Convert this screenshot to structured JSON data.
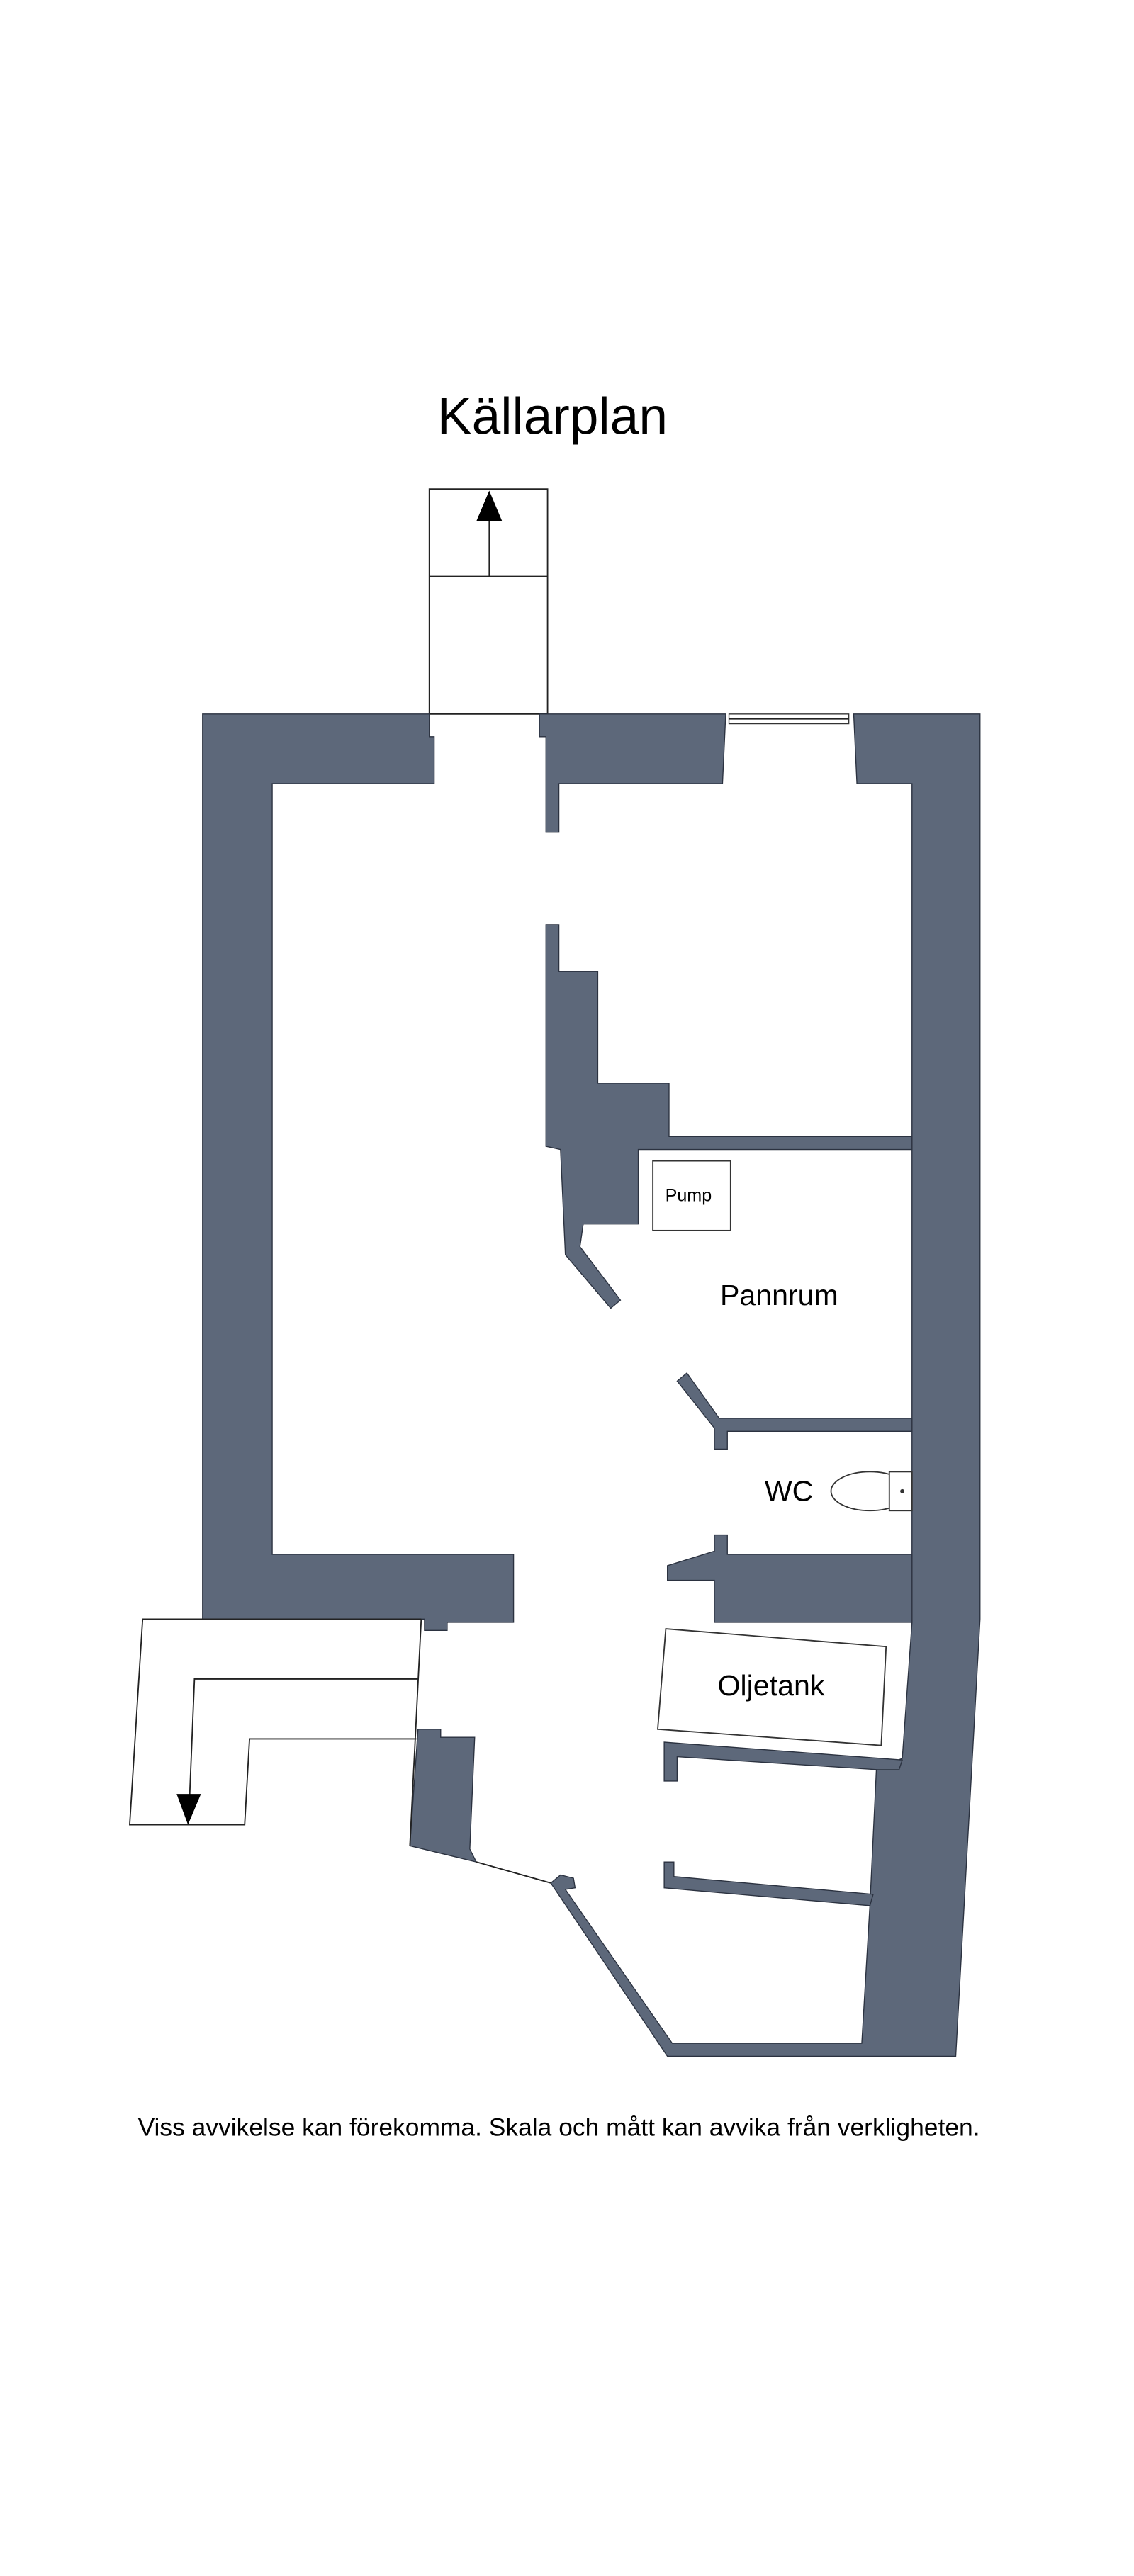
{
  "plan": {
    "title": "Källarplan",
    "rooms": {
      "pump": "Pump",
      "pannrum": "Pannrum",
      "wc": "WC",
      "oljetank": "Oljetank"
    },
    "disclaimer": "Viss avvikelse kan förekomma. Skala och mått kan avvika från verkligheten.",
    "wall_color": "#5d687a"
  }
}
